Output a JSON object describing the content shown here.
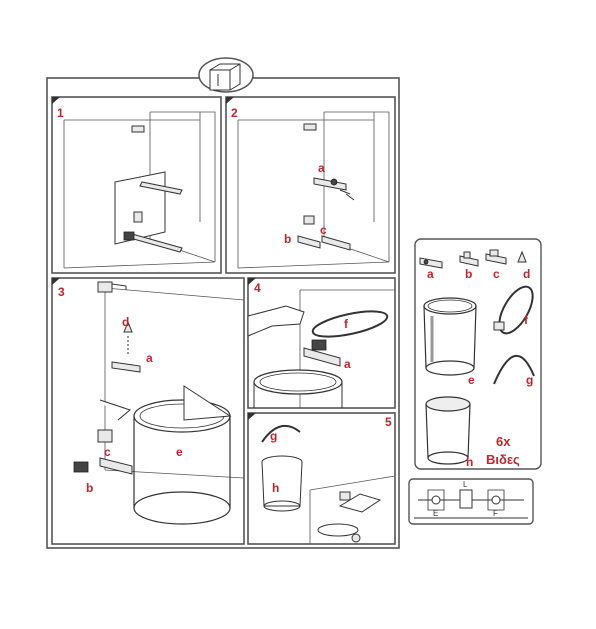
{
  "steps": [
    "1",
    "2",
    "3",
    "4",
    "5"
  ],
  "step_labels": {
    "s2_a": "a",
    "s2_b": "b",
    "s2_c": "c",
    "s3_d": "d",
    "s3_a": "a",
    "s3_e": "e",
    "s3_c": "c",
    "s3_b": "b",
    "s4_f": "f",
    "s4_a": "a",
    "s5_g": "g",
    "s5_h": "h"
  },
  "parts": {
    "a": "a",
    "b": "b",
    "c": "c",
    "d": "d",
    "e": "e",
    "f": "f",
    "g": "g",
    "h": "h"
  },
  "screws": {
    "qty": "6x",
    "name": "Βιδες"
  },
  "dims": {
    "l": "L",
    "e": "E",
    "f": "F"
  },
  "colors": {
    "label": "#c0262c",
    "line": "#333333",
    "frame": "#555555"
  },
  "icons": [
    "cabinet-icon",
    "hinge-icon",
    "bin-icon",
    "screw-icon",
    "hand-icon"
  ]
}
